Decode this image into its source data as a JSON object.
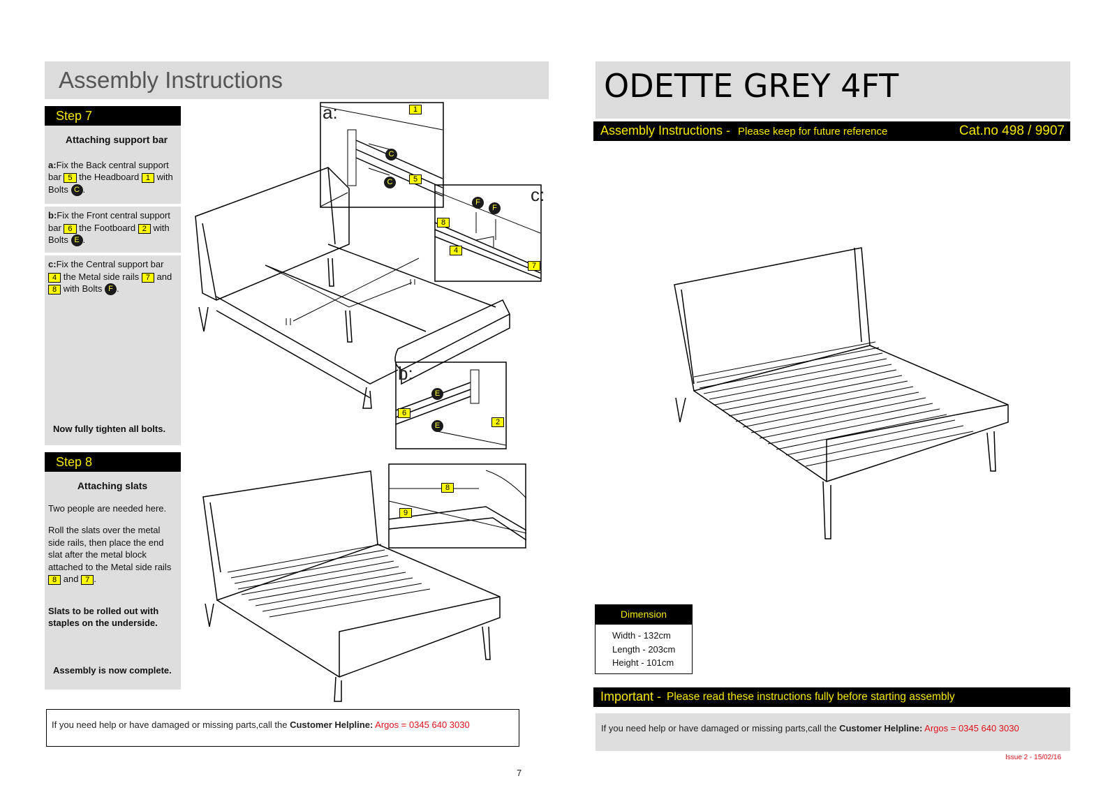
{
  "left_page": {
    "header_title": "Assembly Instructions",
    "page_number": "7",
    "step7": {
      "label": "Step 7",
      "heading": "Attaching support bar",
      "a": {
        "prefix": "a:",
        "t1": "Fix the Back central support bar",
        "tag1": "5",
        "t2": "the Headboard",
        "tag2": "1",
        "t3": "with Bolts",
        "bolt": "C",
        "t4": "."
      },
      "b": {
        "prefix": "b:",
        "t1": "Fix the Front central support bar",
        "tag1": "6",
        "t2": "the Footboard",
        "tag2": "2",
        "t3": "with Bolts",
        "bolt": "E",
        "t4": "."
      },
      "c": {
        "prefix": "c:",
        "t1": "Fix the Central support bar",
        "tag1": "4",
        "t2": "the Metal side rails",
        "tag2": "7",
        "t3": "and",
        "tag3": "8",
        "t4": "with Bolts",
        "bolt": "F",
        "t5": "."
      },
      "footer": "Now fully tighten all bolts."
    },
    "step8": {
      "label": "Step 8",
      "heading": "Attaching slats",
      "p1": "Two people are needed here.",
      "p2": "Roll the slats over the metal side rails, then place the end slat after the metal block attached to the Metal side rails",
      "tag1": "8",
      "and": "and",
      "tag2": "7",
      "dot": ".",
      "p3": "Slats to be rolled out with staples on the underside.",
      "footer": "Assembly is now complete."
    },
    "diagram_labels": {
      "a_letter": "a:",
      "b_letter": "b:",
      "c_letter": "c:",
      "a_tags": [
        "1",
        "5"
      ],
      "a_bolts": [
        "C",
        "C"
      ],
      "b_tags": [
        "6",
        "2"
      ],
      "b_bolts": [
        "E",
        "E"
      ],
      "c_tags": [
        "8",
        "4",
        "7"
      ],
      "c_bolts": [
        "F",
        "F"
      ],
      "step8_tags": [
        "8",
        "9"
      ]
    },
    "help": {
      "text": "If you need help or have damaged or missing parts,call the ",
      "bold": "Customer Helpline:",
      "red": " Argos = 0345 640 3030"
    }
  },
  "right_page": {
    "product_title": "ODETTE GREY 4FT",
    "strip_title": "Assembly Instructions - ",
    "strip_sub": "Please keep for future reference",
    "cat_no": "Cat.no 498 / 9907",
    "dimension": {
      "title": "Dimension",
      "rows": [
        "Width - 132cm",
        "Length - 203cm",
        "Height - 101cm"
      ]
    },
    "important_title": "Important - ",
    "important_text": "Please read these instructions fully before starting assembly",
    "help": {
      "text": "If you need help or have damaged or missing parts,call the ",
      "bold": "Customer Helpline:",
      "red": " Argos = 0345 640 3030"
    },
    "issue": "Issue 2 - 15/02/16"
  },
  "colors": {
    "tag_yellow": "#ffff00",
    "strip_black": "#000000",
    "header_grey": "#dcdcdc",
    "text_yellow": "#f5e800",
    "red": "#e0101a"
  }
}
